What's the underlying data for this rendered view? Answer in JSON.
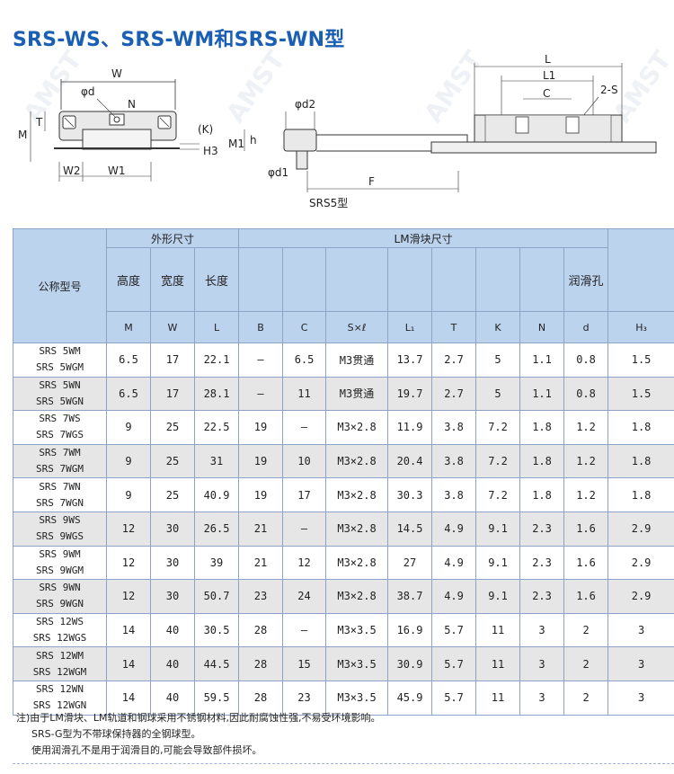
{
  "title": "SRS-WS、SRS-WM和SRS-WN型",
  "figure": {
    "left_labels": [
      "W",
      "φd",
      "N",
      "T",
      "M",
      "(K)",
      "H3",
      "W2",
      "W1"
    ],
    "mid_labels": [
      "φd2",
      "M1",
      "h",
      "φd1",
      "F"
    ],
    "right_labels": [
      "L",
      "L1",
      "C",
      "2-S"
    ],
    "caption": "SRS5型"
  },
  "table": {
    "header": {
      "model": "公称型号",
      "group_outer": "外形尺寸",
      "group_lm": "LM滑块尺寸",
      "height": "高度",
      "width": "宽度",
      "length": "长度",
      "lube": "润滑孔",
      "sym": [
        "M",
        "W",
        "L",
        "B",
        "C",
        "S×ℓ",
        "L₁",
        "T",
        "K",
        "N",
        "d",
        "H₃"
      ]
    },
    "rows": [
      {
        "models": [
          "SRS 5WM",
          "SRS 5WGM"
        ],
        "vals": [
          "6.5",
          "17",
          "22.1",
          "—",
          "6.5",
          "M3贯通",
          "13.7",
          "2.7",
          "5",
          "1.1",
          "0.8",
          "1.5"
        ]
      },
      {
        "models": [
          "SRS 5WN",
          "SRS 5WGN"
        ],
        "vals": [
          "6.5",
          "17",
          "28.1",
          "—",
          "11",
          "M3贯通",
          "19.7",
          "2.7",
          "5",
          "1.1",
          "0.8",
          "1.5"
        ]
      },
      {
        "models": [
          "SRS 7WS",
          "SRS 7WGS"
        ],
        "vals": [
          "9",
          "25",
          "22.5",
          "19",
          "—",
          "M3×2.8",
          "11.9",
          "3.8",
          "7.2",
          "1.8",
          "1.2",
          "1.8"
        ]
      },
      {
        "models": [
          "SRS 7WM",
          "SRS 7WGM"
        ],
        "vals": [
          "9",
          "25",
          "31",
          "19",
          "10",
          "M3×2.8",
          "20.4",
          "3.8",
          "7.2",
          "1.8",
          "1.2",
          "1.8"
        ]
      },
      {
        "models": [
          "SRS 7WN",
          "SRS 7WGN"
        ],
        "vals": [
          "9",
          "25",
          "40.9",
          "19",
          "17",
          "M3×2.8",
          "30.3",
          "3.8",
          "7.2",
          "1.8",
          "1.2",
          "1.8"
        ]
      },
      {
        "models": [
          "SRS 9WS",
          "SRS 9WGS"
        ],
        "vals": [
          "12",
          "30",
          "26.5",
          "21",
          "—",
          "M3×2.8",
          "14.5",
          "4.9",
          "9.1",
          "2.3",
          "1.6",
          "2.9"
        ]
      },
      {
        "models": [
          "SRS 9WM",
          "SRS 9WGM"
        ],
        "vals": [
          "12",
          "30",
          "39",
          "21",
          "12",
          "M3×2.8",
          "27",
          "4.9",
          "9.1",
          "2.3",
          "1.6",
          "2.9"
        ]
      },
      {
        "models": [
          "SRS 9WN",
          "SRS 9WGN"
        ],
        "vals": [
          "12",
          "30",
          "50.7",
          "23",
          "24",
          "M3×2.8",
          "38.7",
          "4.9",
          "9.1",
          "2.3",
          "1.6",
          "2.9"
        ]
      },
      {
        "models": [
          "SRS 12WS",
          "SRS 12WGS"
        ],
        "vals": [
          "14",
          "40",
          "30.5",
          "28",
          "—",
          "M3×3.5",
          "16.9",
          "5.7",
          "11",
          "3",
          "2",
          "3"
        ]
      },
      {
        "models": [
          "SRS 12WM",
          "SRS 12WGM"
        ],
        "vals": [
          "14",
          "40",
          "44.5",
          "28",
          "15",
          "M3×3.5",
          "30.9",
          "5.7",
          "11",
          "3",
          "2",
          "3"
        ]
      },
      {
        "models": [
          "SRS 12WN",
          "SRS 12WGN"
        ],
        "vals": [
          "14",
          "40",
          "59.5",
          "28",
          "23",
          "M3×3.5",
          "45.9",
          "5.7",
          "11",
          "3",
          "2",
          "3"
        ]
      }
    ]
  },
  "notes": [
    "注)由于LM滑块、LM轨道和钢球采用不锈钢材料,因此耐腐蚀性强,不易受环境影响。",
    "SRS-G型为不带球保持器的全钢球型。",
    "使用润滑孔不是用于润滑目的,可能会导致部件损坏。"
  ],
  "watermark": "AMST"
}
